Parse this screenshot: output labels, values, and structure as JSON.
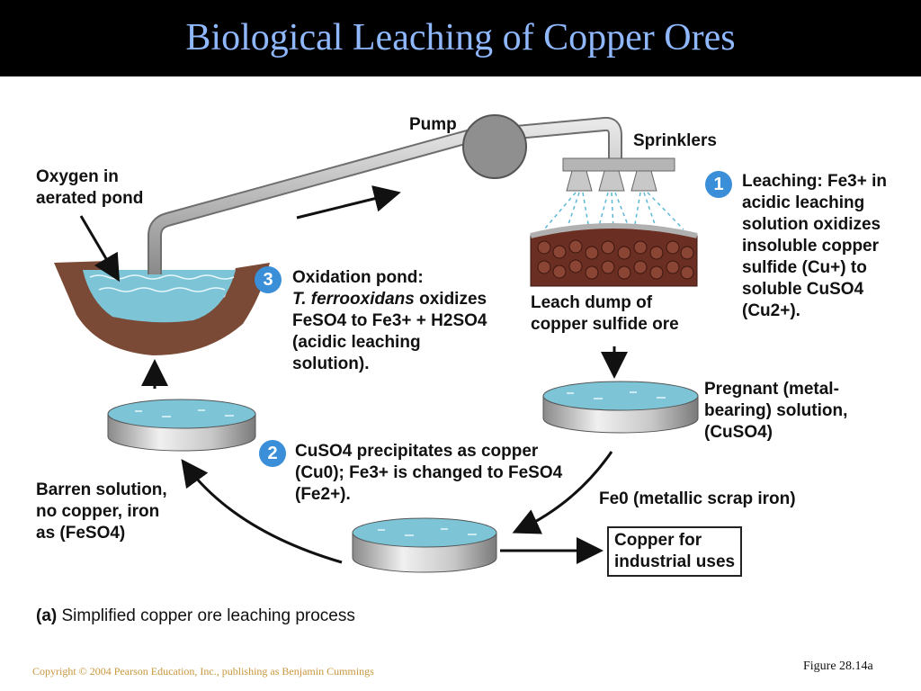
{
  "title": "Biological Leaching of Copper Ores",
  "labels": {
    "pump": "Pump",
    "sprinklers": "Sprinklers",
    "oxygen_line1": "Oxygen in",
    "oxygen_line2": "aerated pond",
    "step1_line1": "Leaching: Fe3+ in",
    "step1_line2": "acidic leaching",
    "step1_line3": "solution oxidizes",
    "step1_line4": "insoluble copper",
    "step1_line5": "sulfide (Cu+) to",
    "step1_line6": "soluble CuSO4",
    "step1_line7": "(Cu2+).",
    "step3_line1": "Oxidation pond:",
    "step3_line2_em": "T. ferrooxidans",
    "step3_line2_rest": " oxidizes",
    "step3_line3": "FeSO4 to Fe3+ + H2SO4",
    "step3_line4": "(acidic leaching",
    "step3_line5": "solution).",
    "leach_line1": "Leach dump of",
    "leach_line2": "copper sulfide ore",
    "pregnant_line1": "Pregnant (metal-",
    "pregnant_line2": "bearing) solution,",
    "pregnant_line3": "(CuSO4)",
    "step2_line1": "CuSO4 precipitates as copper",
    "step2_line2": "(Cu0); Fe3+ is changed to FeSO4",
    "step2_line3": "(Fe2+).",
    "scrap": "Fe0 (metallic scrap iron)",
    "copper_line1": "Copper for",
    "copper_line2": "industrial uses",
    "barren_line1": "Barren solution,",
    "barren_line2": "no copper, iron",
    "barren_line3": "as (FeSO4)",
    "caption_prefix": "(a)",
    "caption": " Simplified copper ore leaching process"
  },
  "step_numbers": [
    "1",
    "2",
    "3"
  ],
  "figure": "Figure 28.14a",
  "copyright": "Copyright © 2004 Pearson Education, Inc., publishing as Benjamin Cummings",
  "colors": {
    "title": "#8fb8ff",
    "step_badge": "#3a8fd8",
    "water": "#7cc4d6",
    "ore": "#6b2e22",
    "copyright": "#c8963c"
  }
}
